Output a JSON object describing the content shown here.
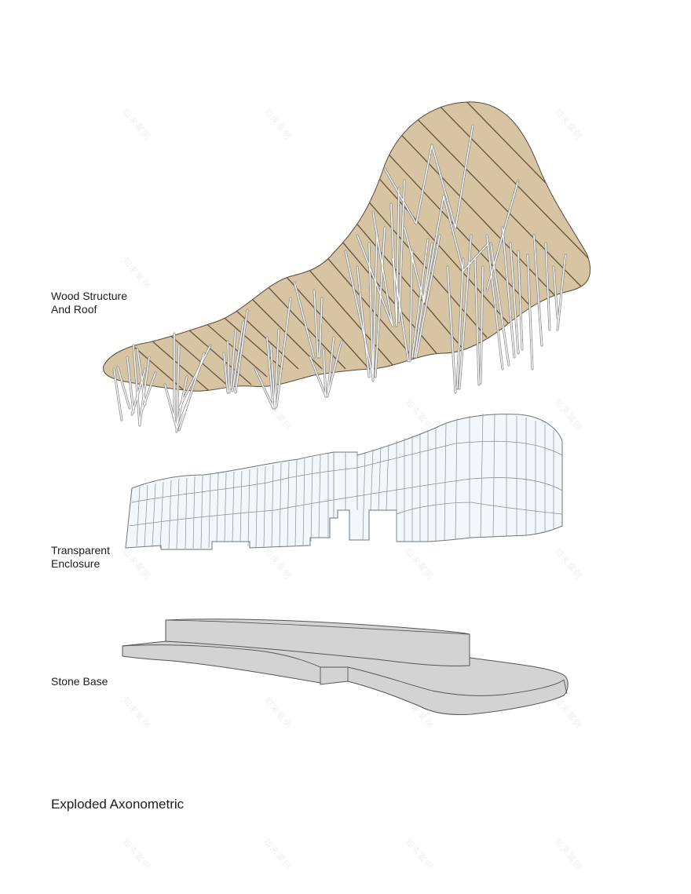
{
  "diagram": {
    "title": "Exploded Axonometric",
    "layers": [
      {
        "id": "roof",
        "label_line1": "Wood Structure",
        "label_line2": "And Roof",
        "fill": "#d6c4a2",
        "stroke": "#5a4a36"
      },
      {
        "id": "enclosure",
        "label_line1": "Transparent",
        "label_line2": "Enclosure",
        "fill": "#f1f7fb",
        "stroke": "#6e7478"
      },
      {
        "id": "base",
        "label_line1": "Stone Base",
        "fill": "#d3d3d3",
        "stroke": "#555555"
      }
    ],
    "watermark": "知末案例"
  }
}
